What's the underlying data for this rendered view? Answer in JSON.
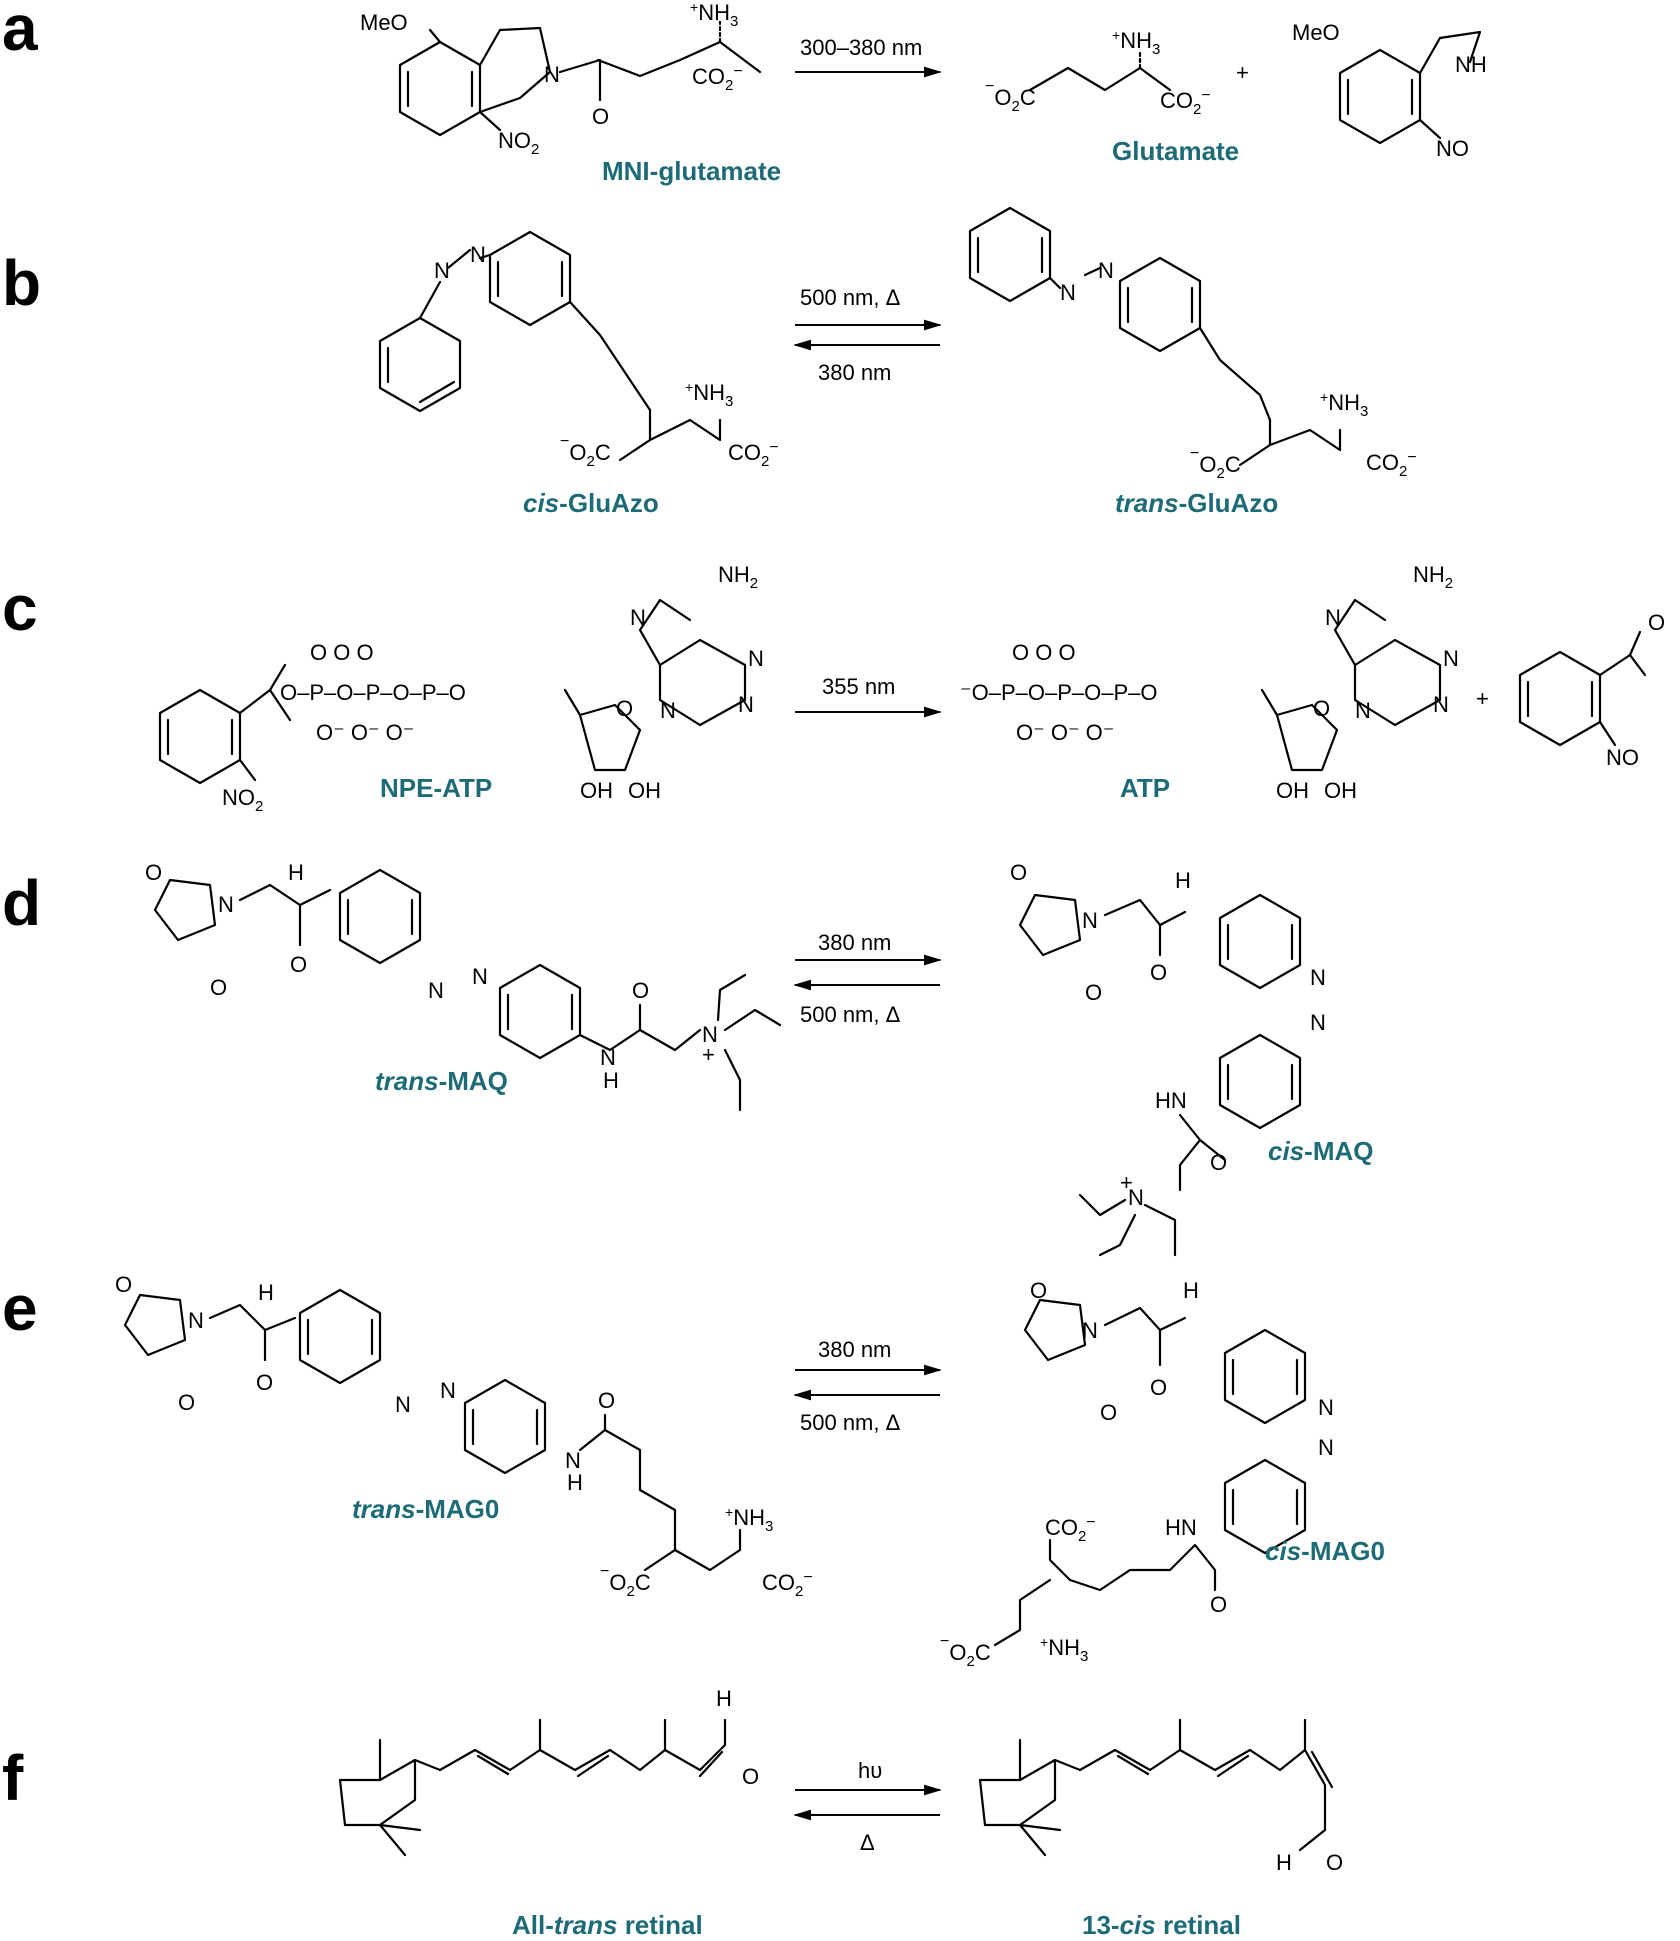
{
  "panels": [
    {
      "letter": "a",
      "caption": "MNI-glutamate",
      "product_caption": "Glutamate",
      "conditions": [
        "300–380 nm"
      ],
      "arrow": "forward"
    },
    {
      "letter": "b",
      "caption_italic": "cis",
      "caption_rest": "-GluAzo",
      "product_italic": "trans",
      "product_rest": "-GluAzo",
      "conditions": [
        "500 nm,  Δ",
        "380 nm"
      ],
      "arrow": "equilibrium"
    },
    {
      "letter": "c",
      "caption": "NPE-ATP",
      "product_caption": "ATP",
      "conditions": [
        "355 nm"
      ],
      "arrow": "forward"
    },
    {
      "letter": "d",
      "caption_italic": "trans",
      "caption_rest": "-MAQ",
      "product_italic": "cis",
      "product_rest": "-MAQ",
      "conditions": [
        "380 nm",
        "500 nm,  Δ"
      ],
      "arrow": "equilibrium"
    },
    {
      "letter": "e",
      "caption_italic": "trans",
      "caption_rest": "-MAG0",
      "product_italic": "cis",
      "product_rest": "-MAG0",
      "conditions": [
        "380 nm",
        "500 nm,  Δ"
      ],
      "arrow": "equilibrium"
    },
    {
      "letter": "f",
      "caption_pre": "All-",
      "caption_italic": "trans",
      "caption_rest": " retinal",
      "product_pre": "13-",
      "product_italic": "cis",
      "product_rest": " retinal",
      "conditions": [
        "hυ",
        "Δ"
      ],
      "arrow": "equilibrium"
    }
  ],
  "atoms": {
    "MeO": "MeO",
    "NH3": "NH3",
    "plus": "+",
    "CO2": "CO2",
    "minus": "−",
    "NO2": "NO2",
    "NO": "NO",
    "NH": "NH",
    "O": "O",
    "N": "N",
    "H": "H",
    "P": "P",
    "OH": "OH",
    "NH2": "NH2",
    "HN": "HN",
    "O2C": "O2C",
    "plus_sign": "+"
  },
  "colors": {
    "caption": "#1e6b78",
    "ink": "#000000",
    "background": "#ffffff"
  }
}
